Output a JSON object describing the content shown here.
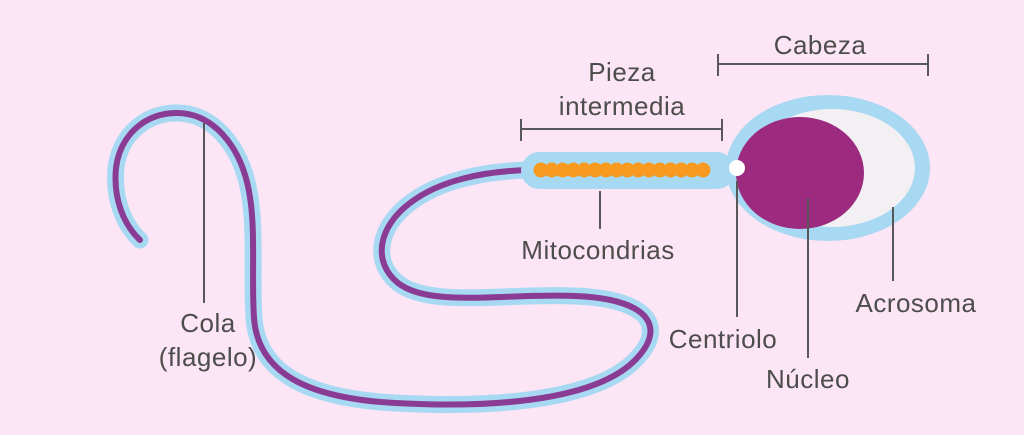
{
  "labels": {
    "cabeza": "Cabeza",
    "pieza_intermedia": "Pieza\nintermedia",
    "mitocondrias": "Mitocondrias",
    "cola": "Cola\n(flagelo)",
    "centriolo": "Centriolo",
    "nucleo": "Núcleo",
    "acrosoma": "Acrosoma"
  },
  "colors": {
    "bg": "#fce5f4",
    "blue": "#a8d9f3",
    "purple": "#8a3b94",
    "orange": "#f79a1f",
    "magenta": "#9c2b7f",
    "acrosome": "#f3f0f4",
    "text": "#4d4d4d",
    "line": "#58585a"
  }
}
